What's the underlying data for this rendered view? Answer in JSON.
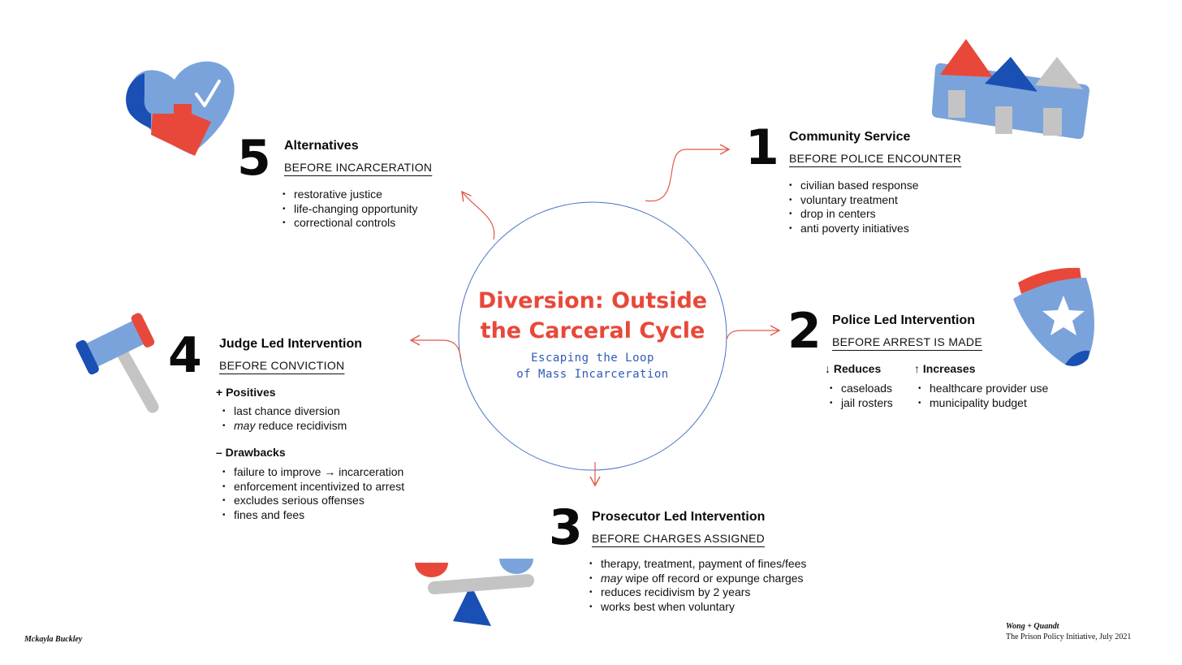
{
  "center": {
    "title_line1": "Diversion: Outside",
    "title_line2": "the Carceral Cycle",
    "subtitle_line1": "Escaping the Loop",
    "subtitle_line2": "of Mass Incarceration"
  },
  "stages": {
    "community": {
      "number": "1",
      "title": "Community Service",
      "subtitle": "BEFORE POLICE ENCOUNTER",
      "items": [
        "civilian based response",
        "voluntary treatment",
        "drop in centers",
        "anti poverty initiatives"
      ]
    },
    "police": {
      "number": "2",
      "title": "Police Led Intervention",
      "subtitle": "BEFORE ARREST IS MADE",
      "reduces_label": "Reduces",
      "reduces_arrow": "↓",
      "reduces": [
        "caseloads",
        "jail rosters"
      ],
      "increases_label": "Increases",
      "increases_arrow": "↑",
      "increases": [
        "healthcare provider use",
        "municipality budget"
      ]
    },
    "prosecutor": {
      "number": "3",
      "title": "Prosecutor Led Intervention",
      "subtitle": "BEFORE CHARGES ASSIGNED",
      "items": [
        {
          "em": "",
          "text": "therapy, treatment, payment of fines/fees"
        },
        {
          "em": "may",
          "text": " wipe off record or expunge charges"
        },
        {
          "em": "",
          "text": "reduces recidivism by 2 years"
        },
        {
          "em": "",
          "text": "works best when voluntary"
        }
      ]
    },
    "judge": {
      "number": "4",
      "title": "Judge Led Intervention",
      "subtitle": "BEFORE CONVICTION",
      "positives_label": "+ Positives",
      "positives": [
        {
          "em": "",
          "text": "last chance diversion"
        },
        {
          "em": "may",
          "text": " reduce recidivism"
        }
      ],
      "drawbacks_label": "– Drawbacks",
      "drawbacks": [
        "failure to improve → incarceration",
        "enforcement incentivized to arrest",
        "excludes serious offenses",
        "fines and fees"
      ]
    },
    "alternatives": {
      "number": "5",
      "title": "Alternatives",
      "subtitle": "BEFORE INCARCERATION",
      "items": [
        "restorative justice",
        "life-changing opportunity",
        "correctional controls"
      ]
    }
  },
  "credits": {
    "author": "Mckayla Buckley",
    "firm": "Wong + Quandt",
    "source": "The Prison Policy Initiative, July 2021"
  },
  "colors": {
    "red": "#e8483a",
    "light_blue": "#7aa3dc",
    "dark_blue": "#1a4fb4",
    "gray": "#c4c4c4",
    "circle": "#4a72c4",
    "arrow": "#e05a4c"
  },
  "icons": {
    "community": "buildings-icon",
    "police": "shield-star-icon",
    "prosecutor": "balance-scale-icon",
    "judge": "gavel-icon",
    "alternatives": "heart-puzzle-icon"
  }
}
